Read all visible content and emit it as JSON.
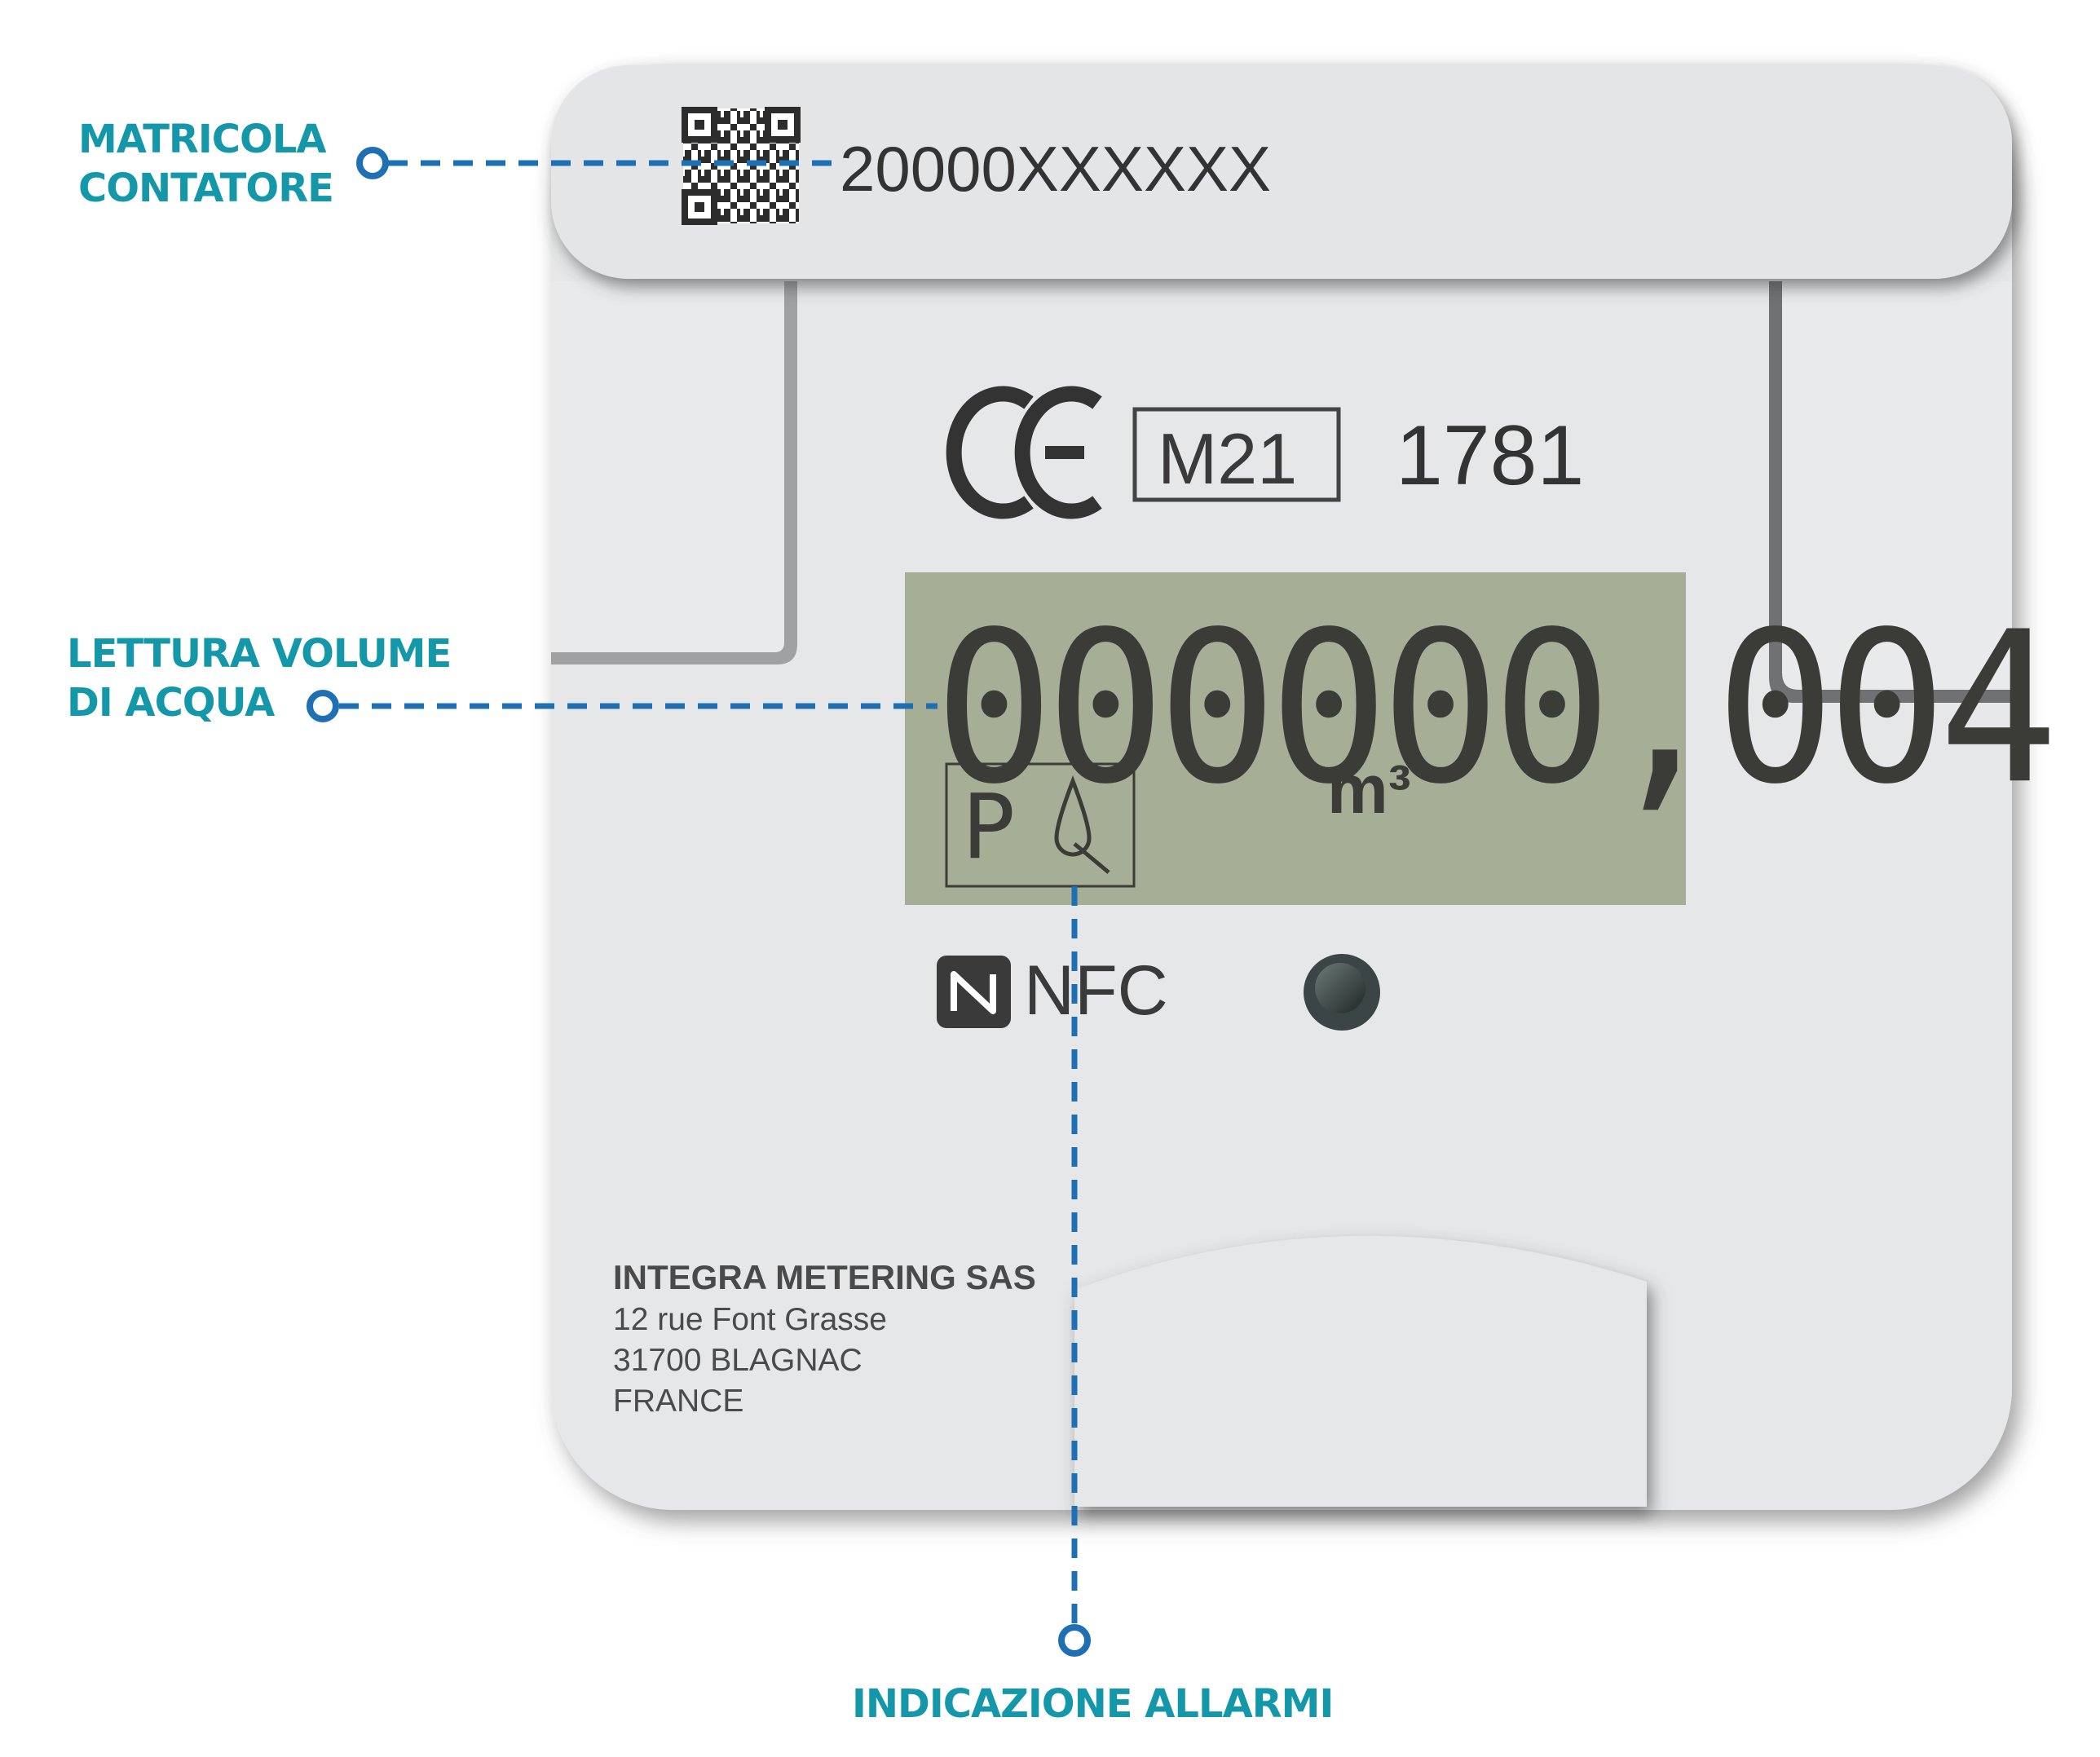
{
  "colors": {
    "label_teal": "#1497a8",
    "connector_blue": "#1f6fb3",
    "meter_body": "#e6e7e9",
    "lcd_background": "#a6ae96",
    "text_dark": "#3a3a3a"
  },
  "callouts": {
    "serial_label_line1": "MATRICOLA",
    "serial_label_line2": "CONTATORE",
    "volume_label_line1": "LETTURA VOLUME",
    "volume_label_line2": "DI ACQUA",
    "alarm_label": "INDICAZIONE ALLARMI"
  },
  "meter": {
    "serial_number": "20000XXXXXX",
    "ce_mark": "CE",
    "metrology_mark": "M21",
    "notified_body_number": "1781",
    "lcd": {
      "reading": "000000,004",
      "unit": "m³",
      "alarm_letter": "P",
      "alarm_icon": "water-drop-icon"
    },
    "nfc_label": "NFC",
    "nfc_icon": "nfc-n-icon",
    "manufacturer": {
      "name": "INTEGRA METERING SAS",
      "address_line1": "12 rue Font Grasse",
      "address_line2": "31700 BLAGNAC",
      "address_line3": "FRANCE"
    }
  }
}
